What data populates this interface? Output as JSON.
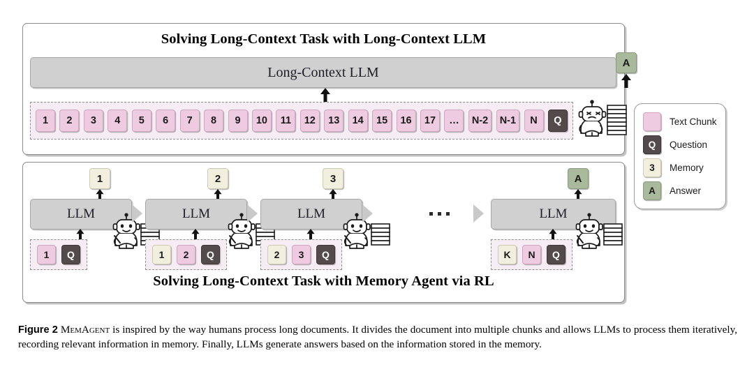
{
  "figure": {
    "caption_label": "Figure 2",
    "caption_name": "MemAgent",
    "caption_text": " is inspired by the way humans process long documents. It divides the document into multiple chunks and allows LLMs to process them iteratively, recording relevant information in memory. Finally, LLMs generate answers based on the information stored in the memory."
  },
  "colors": {
    "text_chunk": "#eecbe0",
    "question": "#534b4b",
    "memory": "#f2efdf",
    "answer": "#a9b99c",
    "llm_box": "#d0d0d0",
    "strip_bg": "#f6edf4",
    "panel_border": "#8c8c8c"
  },
  "top_panel": {
    "title": "Solving Long-Context Task with Long-Context LLM",
    "llm_label": "Long-Context LLM",
    "chunks": [
      "1",
      "2",
      "3",
      "4",
      "5",
      "6",
      "7",
      "8",
      "9",
      "10",
      "11",
      "12",
      "13",
      "14",
      "15",
      "16",
      "17",
      "…",
      "N-2",
      "N-1",
      "N"
    ],
    "question_token": "Q",
    "answer_token": "A",
    "robot_name": "confused-robot-with-book-stack"
  },
  "bottom_panel": {
    "title": "Solving Long-Context Task with Memory Agent via RL",
    "llm_label": "LLM",
    "ellipsis": "…",
    "steps": [
      {
        "output": "1",
        "output_type": "memory",
        "inputs": [
          {
            "text": "1",
            "type": "chunk"
          },
          {
            "text": "Q",
            "type": "question"
          }
        ],
        "robot_name": "robot-writing-with-book-stack"
      },
      {
        "output": "2",
        "output_type": "memory",
        "inputs": [
          {
            "text": "1",
            "type": "memory"
          },
          {
            "text": "2",
            "type": "chunk"
          },
          {
            "text": "Q",
            "type": "question"
          }
        ],
        "robot_name": "robot-writing-with-book-stack"
      },
      {
        "output": "3",
        "output_type": "memory",
        "inputs": [
          {
            "text": "2",
            "type": "memory"
          },
          {
            "text": "3",
            "type": "chunk"
          },
          {
            "text": "Q",
            "type": "question"
          }
        ],
        "robot_name": "robot-writing-with-book-stack"
      },
      {
        "output": "A",
        "output_type": "answer",
        "inputs": [
          {
            "text": "K",
            "type": "memory"
          },
          {
            "text": "N",
            "type": "chunk"
          },
          {
            "text": "Q",
            "type": "question"
          }
        ],
        "robot_name": "robot-answering-with-speech-bubble",
        "bubble_text": "A"
      }
    ]
  },
  "legend": {
    "items": [
      {
        "swatch": "",
        "type": "chunk",
        "label": "Text Chunk"
      },
      {
        "swatch": "Q",
        "type": "question",
        "label": "Question"
      },
      {
        "swatch": "3",
        "type": "memory",
        "label": "Memory"
      },
      {
        "swatch": "A",
        "type": "answer",
        "label": "Answer"
      }
    ]
  }
}
